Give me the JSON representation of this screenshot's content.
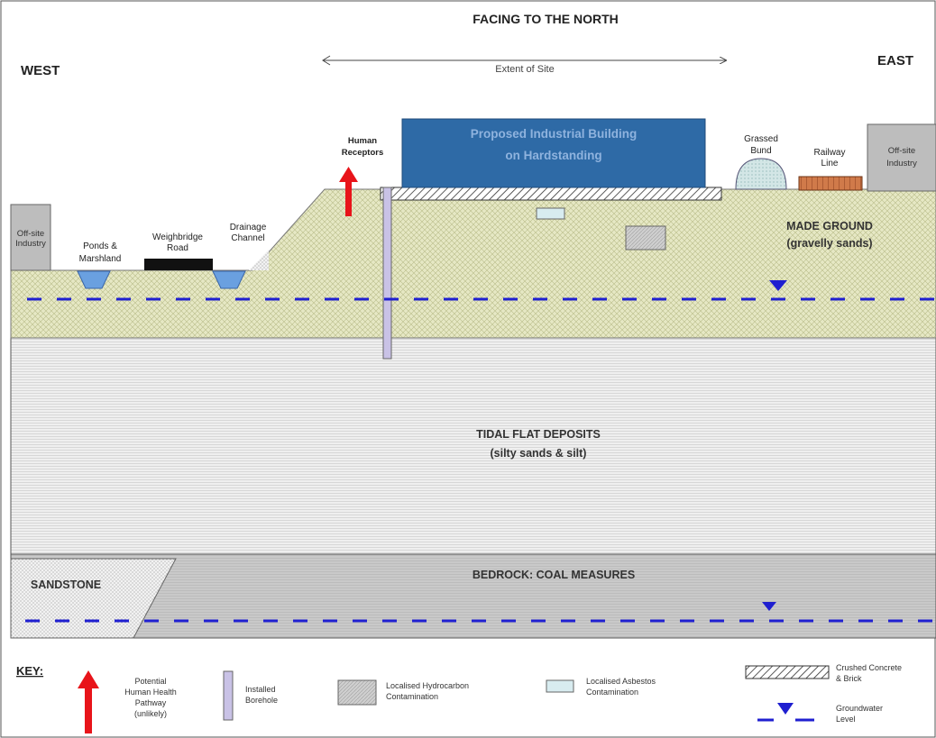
{
  "header": {
    "title": "FACING TO THE NORTH",
    "west": "WEST",
    "east": "EAST",
    "extent": "Extent of Site"
  },
  "features": {
    "offsite_left": [
      "Off-site",
      "Industry"
    ],
    "ponds": [
      "Ponds &",
      "Marshland"
    ],
    "weighbridge": [
      "Weighbridge",
      "Road"
    ],
    "drainage": [
      "Drainage",
      "Channel"
    ],
    "human": [
      "Human",
      "Receptors"
    ],
    "building": [
      "Proposed Industrial Building",
      "on Hardstanding"
    ],
    "bund": [
      "Grassed",
      "Bund"
    ],
    "railway": [
      "Railway",
      "Line"
    ],
    "offsite_right": [
      "Off-site",
      "Industry"
    ]
  },
  "strata": {
    "made_ground": [
      "MADE GROUND",
      "(gravelly sands)"
    ],
    "tidal": [
      "TIDAL FLAT DEPOSITS",
      "(silty sands & silt)"
    ],
    "sandstone": "SANDSTONE",
    "bedrock": "BEDROCK: COAL MEASURES"
  },
  "key": {
    "title": "KEY:",
    "pathway": [
      "Potential",
      "Human Health",
      "Pathway",
      "(unlikely)"
    ],
    "borehole": [
      "Installed",
      "Borehole"
    ],
    "hydrocarbon": [
      "Localised Hydrocarbon",
      "Contamination"
    ],
    "asbestos": [
      "Localised Asbestos",
      "Contamination"
    ],
    "concrete": [
      "Crushed Concrete",
      "& Brick"
    ],
    "groundwater": [
      "Groundwater",
      "Level"
    ]
  },
  "colors": {
    "made_ground": "#e6e8c4",
    "tidal": "#ececec",
    "bedrock": "#c6c6c6",
    "building": "#2e6aa6",
    "water_line": "#1f1fd0",
    "arrow": "#e8141a",
    "borehole": "#c9c2e6",
    "asbestos": "#d8ecf0",
    "bund": "#d3e6e6",
    "railway": "#d07a4a"
  }
}
